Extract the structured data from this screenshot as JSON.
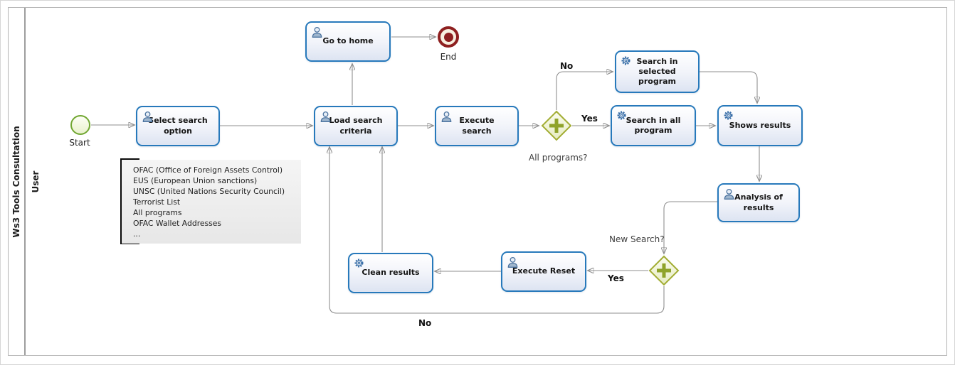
{
  "pool": {
    "title": "Ws3 Tools Consultation",
    "lane": "User"
  },
  "events": {
    "start": "Start",
    "end": "End"
  },
  "tasks": {
    "select_search_option": "Select search option",
    "go_to_home": "Go to home",
    "load_search_criteria": "Load search criteria",
    "execute_search": "Execute search",
    "search_in_selected_program": "Search in selected program",
    "search_in_all_program": "Search in all program",
    "shows_results": "Shows results",
    "analysis_of_results": "Analysis of results",
    "execute_reset": "Execute Reset",
    "clean_results": "Clean results"
  },
  "gateways": {
    "all_programs": "All programs?",
    "new_search": "New Search?"
  },
  "flow_labels": {
    "gw1_no": "No",
    "gw1_yes": "Yes",
    "gw2_yes": "Yes",
    "gw2_no": "No"
  },
  "annotation": {
    "items": [
      "OFAC (Office of Foreign Assets Control)",
      "EUS (European Union sanctions)",
      "UNSC (United Nations Security Council)",
      "Terrorist List",
      "All programs",
      "OFAC Wallet Addresses",
      "..."
    ]
  },
  "icons": {
    "user_task": "user-icon",
    "service_task": "gear-icon"
  },
  "colors": {
    "task_border": "#2779bb",
    "task_fill_bottom": "#dde4f2",
    "gateway_border": "#a2ad33",
    "gateway_plus": "#8fa32a",
    "start_border": "#71a732",
    "end_color": "#8e2020",
    "flow_line": "#8f8f8f",
    "annotation_bg": "#ededed"
  }
}
